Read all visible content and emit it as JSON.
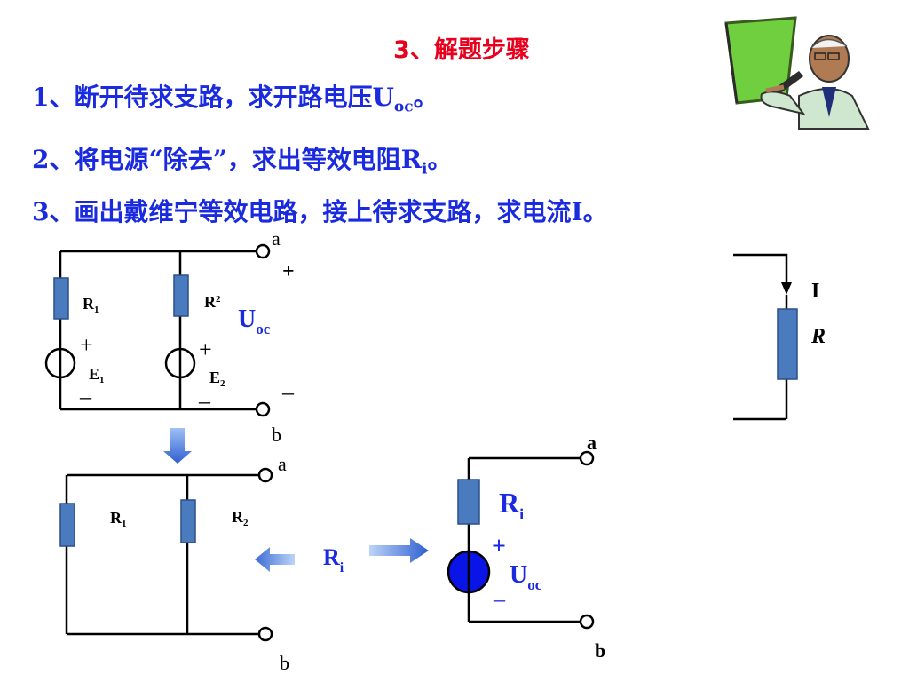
{
  "title": "3、解题步骤",
  "steps": [
    {
      "text": "1、断开待求支路，求开路电压U",
      "sub": "oc",
      "tail": "。"
    },
    {
      "text": "2、将电源“除去”，求出等效电阻R",
      "sub": "i",
      "tail": "。"
    },
    {
      "text": "3、画出戴维宁等效电路，接上待求支路，求电流I",
      "sub": "",
      "tail": "。"
    }
  ],
  "circuit1": {
    "r1": "R",
    "r1_sub": "1",
    "r2": "R",
    "r2_sub": "2",
    "e1": "E",
    "e1_sub": "1",
    "e2": "E",
    "e2_sub": "2",
    "plus": "+",
    "minus": "–",
    "term_a": "a",
    "term_b": "b",
    "uoc": "U",
    "uoc_sub": "oc",
    "uoc_plus": "+",
    "uoc_minus": "–"
  },
  "branch": {
    "current": "I",
    "resistor": "R"
  },
  "circuit2": {
    "r1": "R",
    "r1_sub": "1",
    "r2": "R",
    "r2_sub": "2",
    "term_a": "a",
    "term_b": "b"
  },
  "equivalent": {
    "ri": "R",
    "ri_sub": "i",
    "term_a": "a",
    "term_b": "b",
    "uoc": "U",
    "uoc_sub": "oc",
    "plus": "+",
    "minus": "–"
  },
  "middle_label": {
    "text": "R",
    "sub": "i"
  },
  "colors": {
    "title": "#e8001c",
    "steps": "#1a2adf",
    "resistor": "#4a7bbf",
    "arrow": "#3a6fd8",
    "source_fill": "#0a14e6"
  },
  "icons": {
    "teacher": "teacher-pointing-at-board-icon"
  }
}
